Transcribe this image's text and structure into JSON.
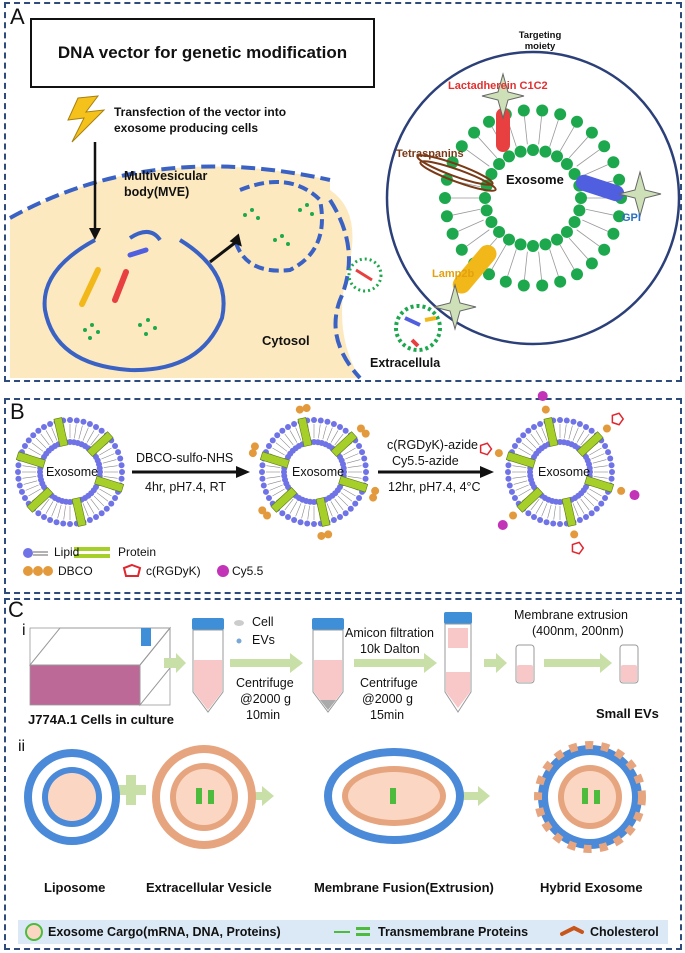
{
  "panelA": {
    "label": "A",
    "vector_box": "DNA vector for genetic modification",
    "transfection": "Transfection of the vector into exosome producing cells",
    "mve": "Multivesicular body(MVE)",
    "cytosol": "Cytosol",
    "extracellular": "Extracellula",
    "exosome_detail": {
      "center": "Exosome",
      "targeting": "Targeting moiety",
      "lactadherein": "Lactadherein C1C2",
      "tetraspanins": "Tetraspanins",
      "gpi": "GPI",
      "lamp2b": "Lamp2b"
    },
    "colors": {
      "cytosol_fill": "#fde9bf",
      "membrane": "#3a62c5",
      "lipid_head": "#1ea84e",
      "lactadherein": "#e84040",
      "gpi": "#4f5fe0",
      "lamp2b": "#f2b718",
      "tetraspanin": "#7a3a16",
      "star": "#b8d0a6"
    }
  },
  "panelB": {
    "label": "B",
    "exosome": "Exosome",
    "step1_reagent": "DBCO-sulfo-NHS",
    "step1_cond": "4hr, pH7.4, RT",
    "step2_reagent1": "c(RGDyK)-azide",
    "step2_reagent2": "Cy5.5-azide",
    "step2_cond": "12hr, pH7.4, 4°C",
    "legend": {
      "lipid": "Lipid",
      "protein": "Protein",
      "dbco": "DBCO",
      "rgd": "c(RGDyK)",
      "cy55": "Cy5.5"
    },
    "colors": {
      "lipid": "#6f73e6",
      "protein": "#a6cf2a",
      "dbco": "#e39a3c",
      "rgd": "#e0262e",
      "cy55": "#c233b8"
    }
  },
  "panelC": {
    "label": "C",
    "sub_i": "i",
    "sub_ii": "ii",
    "cells": "J774A.1 Cells in culture",
    "legend_cell": "Cell",
    "legend_evs": "EVs",
    "centrifuge1_a": "Centrifuge",
    "centrifuge1_b": "@2000 g",
    "centrifuge1_c": "10min",
    "amicon_a": "Amicon filtration",
    "amicon_b": "10k Dalton",
    "centrifuge2_a": "Centrifuge",
    "centrifuge2_b": "@2000 g",
    "centrifuge2_c": "15min",
    "extrusion_a": "Membrane extrusion",
    "extrusion_b": "(400nm, 200nm)",
    "small_evs": "Small EVs",
    "liposome": "Liposome",
    "ev": "Extracellular Vesicle",
    "fusion": "Membrane Fusion(Extrusion)",
    "hybrid": "Hybrid Exosome",
    "legend_cargo": "Exosome Cargo(mRNA, DNA, Proteins)",
    "legend_tm": "Transmembrane Proteins",
    "legend_chol": "Cholesterol",
    "colors": {
      "culture": "#b04f86",
      "cap": "#3f8fd8",
      "tube_fill": "#f8c8c8",
      "arrow": "#c8e0a8",
      "liposome_head": "#4a8ad8",
      "ev_head": "#e6a57e",
      "liposome_core": "#fbd7c3",
      "cargo_green": "#4dbb3c",
      "cholesterol": "#c8561a",
      "legend_bg": "#dbe9f6"
    }
  }
}
